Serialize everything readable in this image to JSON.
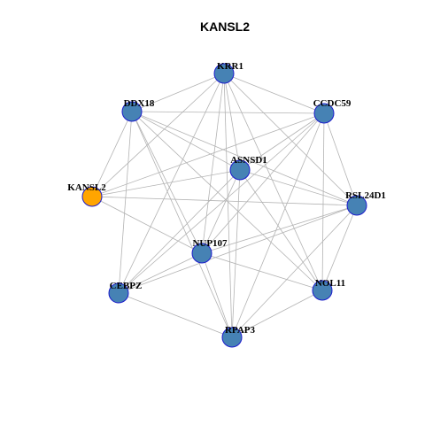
{
  "title": "KANSL2",
  "colors": {
    "node_fill": "#4682b4",
    "node_stroke": "#1c1ccc",
    "focus_fill": "#ffa500",
    "focus_stroke": "#1c1ccc",
    "edge": "#b3b3b3"
  },
  "nodes": [
    {
      "id": "KRR1",
      "label": "KRR1",
      "focus": false
    },
    {
      "id": "DDX18",
      "label": "DDX18",
      "focus": false
    },
    {
      "id": "CCDC59",
      "label": "CCDC59",
      "focus": false
    },
    {
      "id": "ASNSD1",
      "label": "ASNSD1",
      "focus": false
    },
    {
      "id": "KANSL2",
      "label": "KANSL2",
      "focus": true
    },
    {
      "id": "RSL24D1",
      "label": "RSL24D1",
      "focus": false
    },
    {
      "id": "NUP107",
      "label": "NUP107",
      "focus": false
    },
    {
      "id": "CEBPZ",
      "label": "CEBPZ",
      "focus": false
    },
    {
      "id": "NOL11",
      "label": "NOL11",
      "focus": false
    },
    {
      "id": "RPAP3",
      "label": "RPAP3",
      "focus": false
    }
  ],
  "edges": [
    [
      "KRR1",
      "DDX18"
    ],
    [
      "KRR1",
      "CCDC59"
    ],
    [
      "KRR1",
      "ASNSD1"
    ],
    [
      "KRR1",
      "RSL24D1"
    ],
    [
      "KRR1",
      "NUP107"
    ],
    [
      "KRR1",
      "CEBPZ"
    ],
    [
      "KRR1",
      "NOL11"
    ],
    [
      "KRR1",
      "RPAP3"
    ],
    [
      "KRR1",
      "KANSL2"
    ],
    [
      "DDX18",
      "CCDC59"
    ],
    [
      "DDX18",
      "ASNSD1"
    ],
    [
      "DDX18",
      "RSL24D1"
    ],
    [
      "DDX18",
      "NUP107"
    ],
    [
      "DDX18",
      "CEBPZ"
    ],
    [
      "DDX18",
      "NOL11"
    ],
    [
      "DDX18",
      "RPAP3"
    ],
    [
      "DDX18",
      "KANSL2"
    ],
    [
      "CCDC59",
      "ASNSD1"
    ],
    [
      "CCDC59",
      "RSL24D1"
    ],
    [
      "CCDC59",
      "NUP107"
    ],
    [
      "CCDC59",
      "CEBPZ"
    ],
    [
      "CCDC59",
      "NOL11"
    ],
    [
      "CCDC59",
      "RPAP3"
    ],
    [
      "CCDC59",
      "KANSL2"
    ],
    [
      "ASNSD1",
      "RSL24D1"
    ],
    [
      "ASNSD1",
      "NUP107"
    ],
    [
      "ASNSD1",
      "CEBPZ"
    ],
    [
      "ASNSD1",
      "NOL11"
    ],
    [
      "ASNSD1",
      "RPAP3"
    ],
    [
      "ASNSD1",
      "KANSL2"
    ],
    [
      "RSL24D1",
      "NUP107"
    ],
    [
      "RSL24D1",
      "CEBPZ"
    ],
    [
      "RSL24D1",
      "NOL11"
    ],
    [
      "RSL24D1",
      "RPAP3"
    ],
    [
      "RSL24D1",
      "KANSL2"
    ],
    [
      "NUP107",
      "CEBPZ"
    ],
    [
      "NUP107",
      "NOL11"
    ],
    [
      "NUP107",
      "RPAP3"
    ],
    [
      "NUP107",
      "KANSL2"
    ],
    [
      "CEBPZ",
      "RPAP3"
    ],
    [
      "NOL11",
      "RPAP3"
    ]
  ]
}
